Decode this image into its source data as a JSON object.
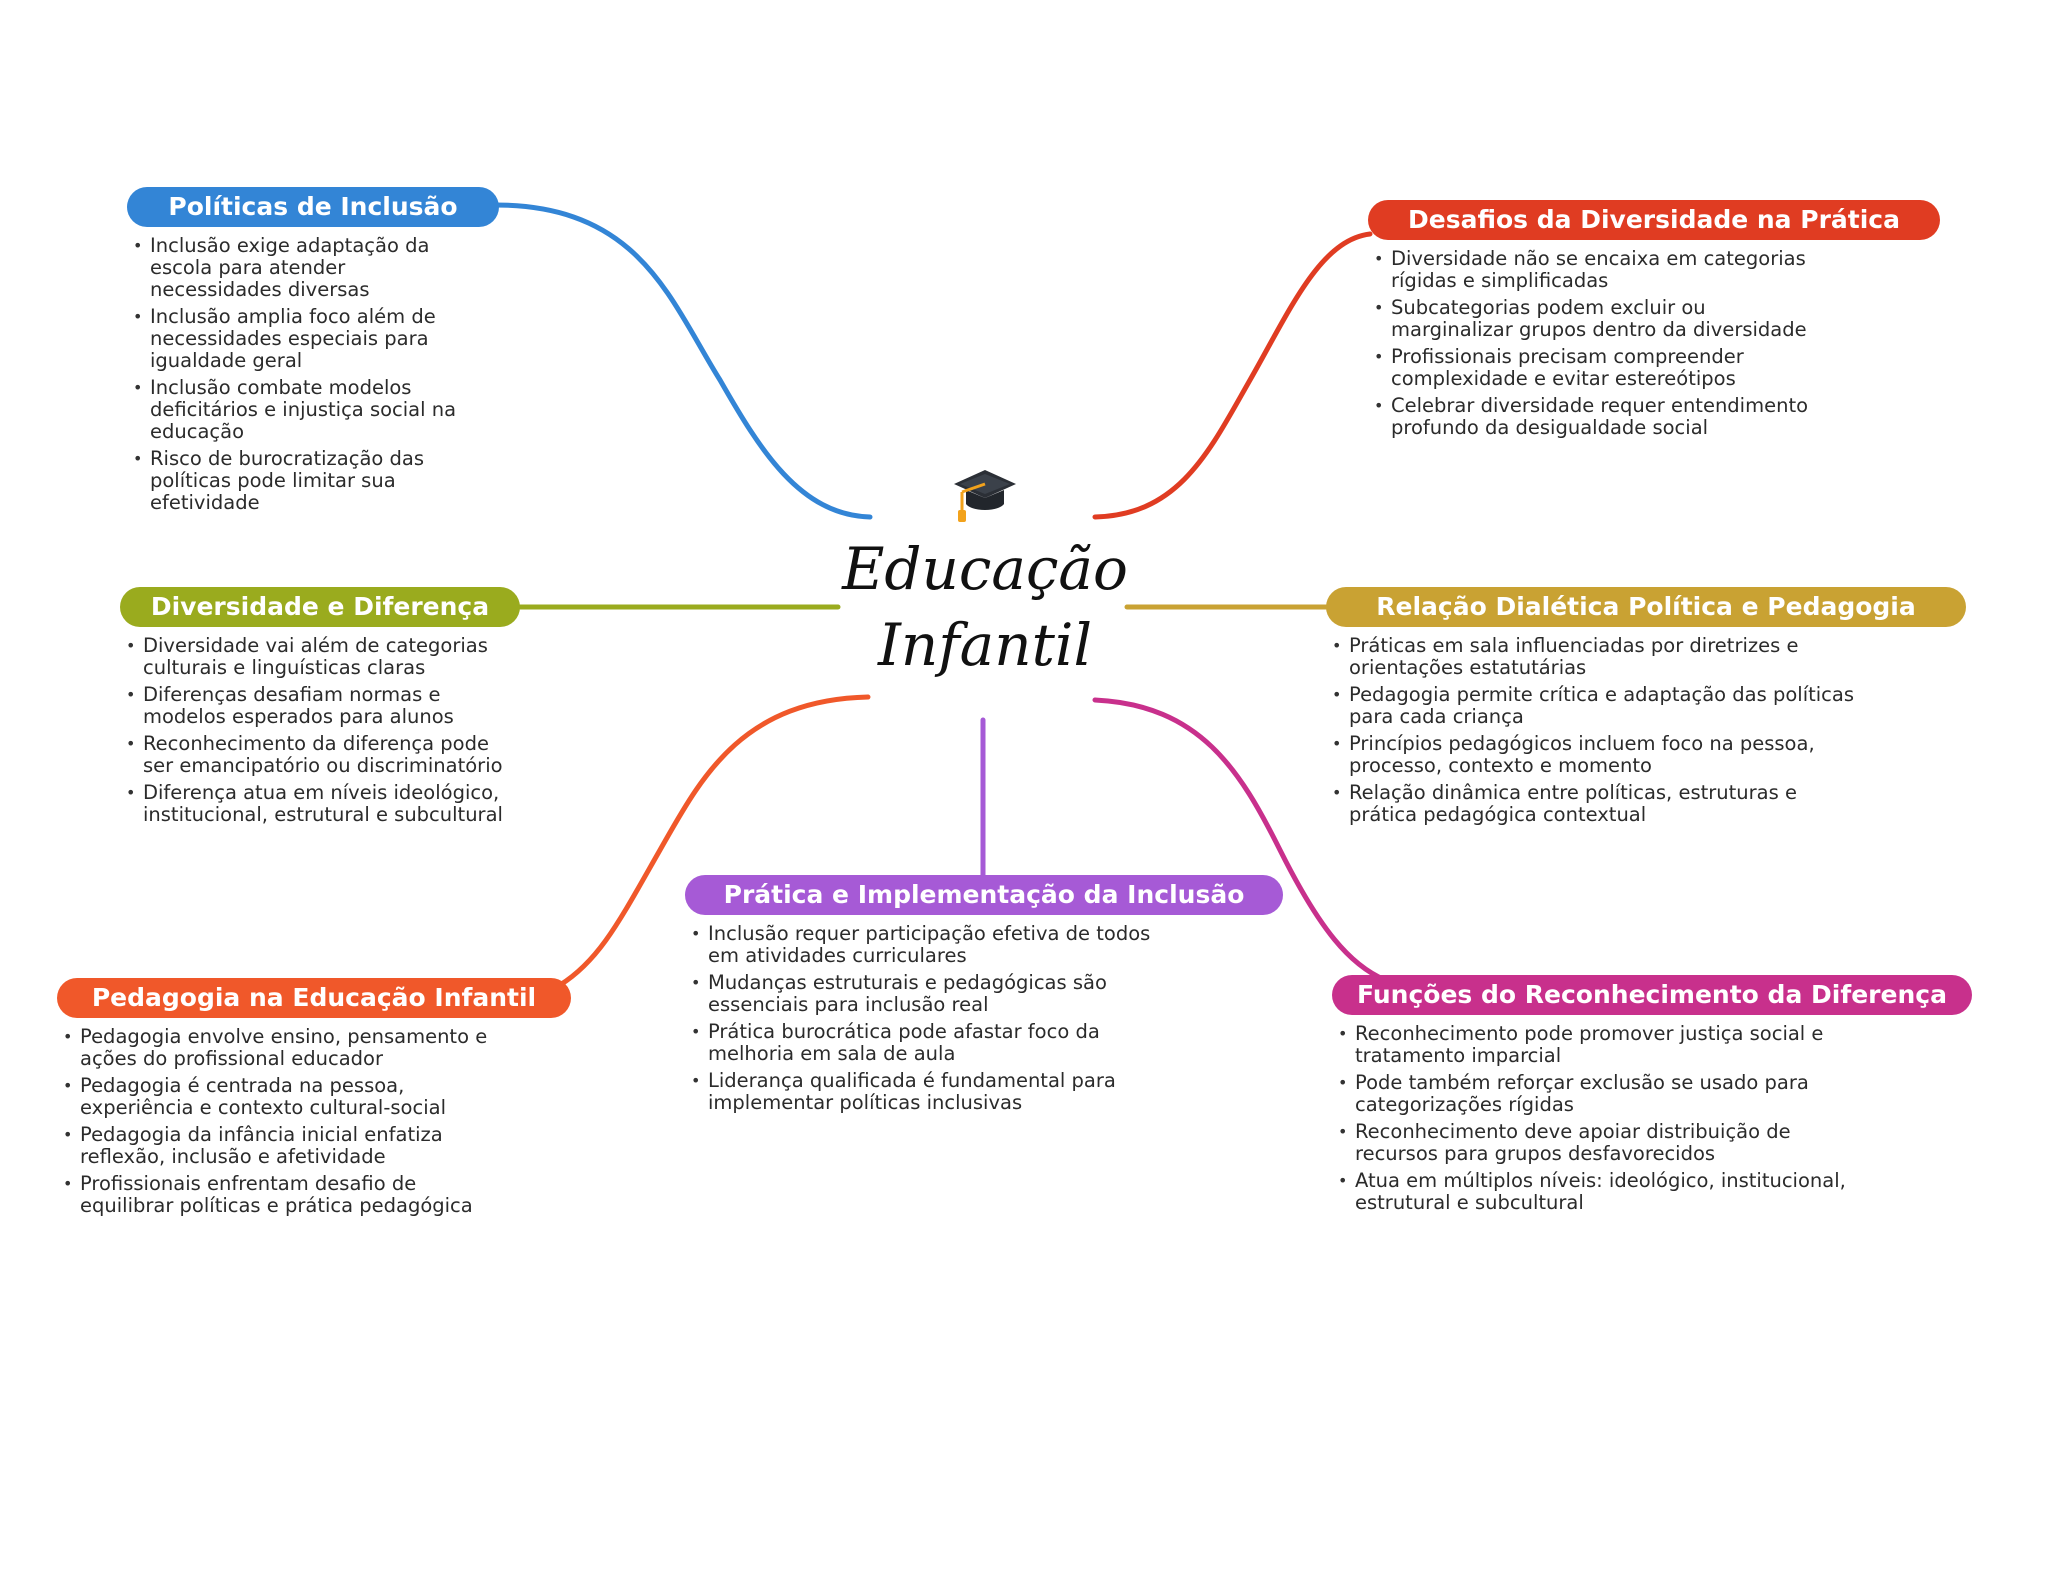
{
  "center": {
    "title_line1": "Educação",
    "title_line2": "Infantil",
    "icon": "graduation-cap-icon"
  },
  "colors": {
    "blue": "#3385d6",
    "red": "#e03c22",
    "olive": "#9aab1e",
    "gold": "#c9a233",
    "orange": "#f0582a",
    "purple": "#a65ad6",
    "magenta": "#c8308c"
  },
  "topics": {
    "politicas": {
      "title": "Políticas de Inclusão",
      "items": [
        "Inclusão exige adaptação da escola para atender necessidades diversas",
        "Inclusão amplia foco além de necessidades especiais para igualdade geral",
        "Inclusão combate modelos deficitários e injustiça social na educação",
        "Risco de burocratização das políticas pode limitar sua efetividade"
      ]
    },
    "desafios": {
      "title": "Desafios da Diversidade na Prática",
      "items": [
        "Diversidade não se encaixa em categorias rígidas e simplificadas",
        "Subcategorias podem excluir ou marginalizar grupos dentro da diversidade",
        "Profissionais precisam compreender complexidade e evitar estereótipos",
        "Celebrar diversidade requer entendimento profundo da desigualdade social"
      ]
    },
    "diversidade": {
      "title": "Diversidade e Diferença",
      "items": [
        "Diversidade vai além de categorias culturais e linguísticas claras",
        "Diferenças desafiam normas e modelos esperados para alunos",
        "Reconhecimento da diferença pode ser emancipatório ou discriminatório",
        "Diferença atua em níveis ideológico, institucional, estrutural e subcultural"
      ]
    },
    "relacao": {
      "title": "Relação Dialética Política e Pedagogia",
      "items": [
        "Práticas em sala influenciadas por diretrizes e orientações estatutárias",
        "Pedagogia permite crítica e adaptação das políticas para cada criança",
        "Princípios pedagógicos incluem foco na pessoa, processo, contexto e momento",
        "Relação dinâmica entre políticas, estruturas e prática pedagógica contextual"
      ]
    },
    "pratica": {
      "title": "Prática e Implementação da Inclusão",
      "items": [
        "Inclusão requer participação efetiva de todos em atividades curriculares",
        "Mudanças estruturais e pedagógicas são essenciais para inclusão real",
        "Prática burocrática pode afastar foco da melhoria em sala de aula",
        "Liderança qualificada é fundamental para implementar políticas inclusivas"
      ]
    },
    "pedagogia": {
      "title": "Pedagogia na Educação Infantil",
      "items": [
        "Pedagogia envolve ensino, pensamento e ações do profissional educador",
        "Pedagogia é centrada na pessoa, experiência e contexto cultural-social",
        "Pedagogia da infância inicial enfatiza reflexão, inclusão e afetividade",
        "Profissionais enfrentam desafio de equilibrar políticas e prática pedagógica"
      ]
    },
    "funcoes": {
      "title": "Funções do Reconhecimento da Diferença",
      "items": [
        "Reconhecimento pode promover justiça social e tratamento imparcial",
        "Pode também reforçar exclusão se usado para categorizações rígidas",
        "Reconhecimento deve apoiar distribuição de recursos para grupos desfavorecidos",
        "Atua em múltiplos níveis: ideológico, institucional, estrutural e subcultural"
      ]
    }
  }
}
